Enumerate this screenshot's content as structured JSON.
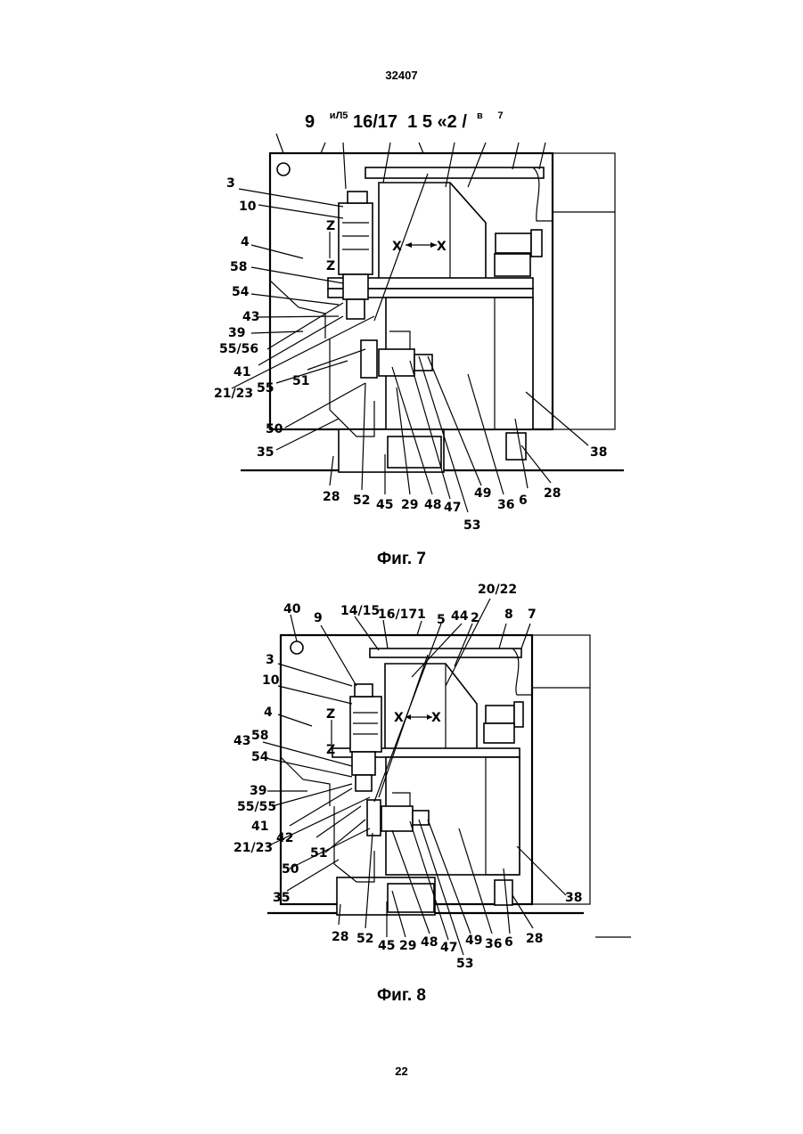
{
  "header": {
    "doc_number": "32407",
    "page_number": "22"
  },
  "figure7": {
    "caption": "Фиг. 7",
    "header_line": {
      "a": "9",
      "b": "и",
      "c": "Л5",
      "d": "16/17",
      "e": "1 5 «2 /",
      "f": "в",
      "g": "7"
    },
    "labels": {
      "l3": "3",
      "l10": "10",
      "l4": "4",
      "l58": "58",
      "l54": "54",
      "l43": "43",
      "l39": "39",
      "l5556": "55/56",
      "l41": "41",
      "l2123": "21/23",
      "l55": "55",
      "l51": "51",
      "l50": "50",
      "l35": "35",
      "l28a": "28",
      "l52": "52",
      "l45": "45",
      "l29": "29",
      "l48": "48",
      "l47": "47",
      "l53": "53",
      "l49": "49",
      "l36": "36",
      "l6": "6",
      "l28b": "28",
      "l38": "38",
      "z1": "Z",
      "z2": "Z",
      "xl": "X",
      "xr": "X"
    }
  },
  "figure8": {
    "caption": "Фиг. 8",
    "labels": {
      "l40": "40",
      "l9": "9",
      "l1415": "14/15",
      "l1617": "16/17",
      "l1": "1",
      "l44": "44",
      "l5": "5",
      "l2": "2",
      "l2022": "20/22",
      "l8": "8",
      "l7": "7",
      "l3": "3",
      "l10": "10",
      "l4": "4",
      "l43": "43",
      "l58": "58",
      "l54": "54",
      "l39": "39",
      "l5555": "55/55",
      "l41": "41",
      "l42": "42",
      "l2123": "21/23",
      "l51": "51",
      "l50": "50",
      "l35": "35",
      "l28a": "28",
      "l52": "52",
      "l45": "45",
      "l29": "29",
      "l48": "48",
      "l47": "47",
      "l53": "53",
      "l49": "49",
      "l36": "36",
      "l6": "6",
      "l28b": "28",
      "l38": "38",
      "z1": "Z",
      "z2": "Z",
      "xl": "X",
      "xr": "X"
    }
  }
}
